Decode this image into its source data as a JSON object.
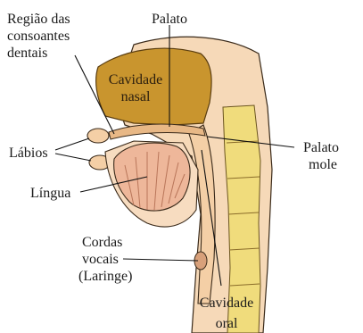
{
  "labels": {
    "regiao_l1": "Região das",
    "regiao_l2": "consoantes",
    "regiao_l3": "dentais",
    "palato": "Palato",
    "cavidade_nasal_l1": "Cavidade",
    "cavidade_nasal_l2": "nasal",
    "labios": "Lábios",
    "lingua": "Língua",
    "palato_mole_l1": "Palato",
    "palato_mole_l2": "mole",
    "cordas_l1": "Cordas",
    "cordas_l2": "vocais",
    "cordas_l3": "(Laringe)",
    "cavidade_oral_l1": "Cavidade",
    "cavidade_oral_l2": "oral"
  },
  "colors": {
    "nasal_cavity": "#c9952e",
    "tissue": "#f4cfa6",
    "tongue": "#eeb79a",
    "spine": "#f0dc7c",
    "outline": "#3a2a1a"
  }
}
